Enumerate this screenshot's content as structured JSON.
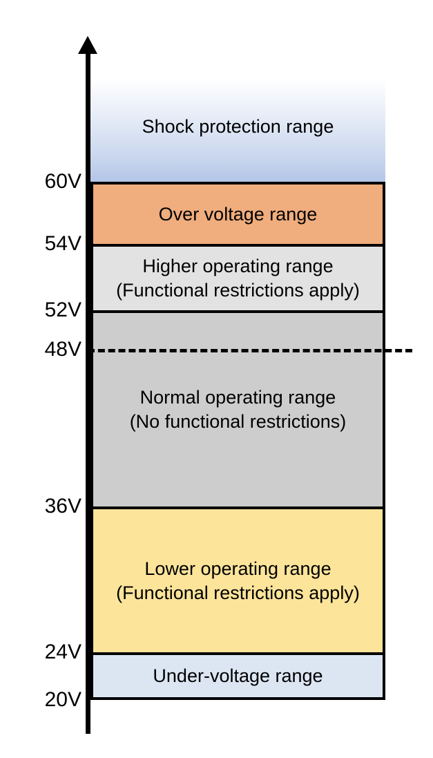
{
  "chart_data": {
    "type": "bar",
    "title": "",
    "xlabel": "",
    "ylabel": "",
    "unit": "V",
    "axis": {
      "orientation": "vertical",
      "direction": "up",
      "arrow": true,
      "tick_values": [
        60,
        54,
        52,
        48,
        36,
        24,
        20
      ],
      "tick_labels": [
        "60V",
        "54V",
        "52V",
        "48V",
        "36V",
        "24V",
        "20V"
      ]
    },
    "reference_lines": [
      {
        "name": "nominal-voltage",
        "value": 48,
        "label": "48V",
        "style": "dashed",
        "color": "#000000",
        "extends_past_bands": true
      }
    ],
    "categories": [
      "Shock protection range",
      "Over voltage range",
      "Higher operating range",
      "Normal operating range",
      "Lower operating range",
      "Under-voltage range"
    ],
    "bands": [
      {
        "id": "shock-protection",
        "label_line1": "Shock protection range",
        "label_line2": "",
        "from": 60,
        "to": null,
        "from_label": "60V",
        "to_label": "",
        "color": "#b3c6e7",
        "fill": "gradient-white-to-lightblue",
        "bordered": false
      },
      {
        "id": "over-voltage",
        "label_line1": "Over voltage range",
        "label_line2": "",
        "from": 54,
        "to": 60,
        "from_label": "54V",
        "to_label": "60V",
        "color": "#f0ad7d",
        "fill": "solid",
        "bordered": true
      },
      {
        "id": "higher-operating",
        "label_line1": "Higher operating range",
        "label_line2": "(Functional restrictions apply)",
        "from": 52,
        "to": 54,
        "from_label": "52V",
        "to_label": "54V",
        "color": "#e2e2e2",
        "fill": "solid",
        "bordered": true
      },
      {
        "id": "normal-operating",
        "label_line1": "Normal operating range",
        "label_line2": "(No functional restrictions)",
        "from": 36,
        "to": 52,
        "from_label": "36V",
        "to_label": "52V",
        "color": "#cdcdcd",
        "fill": "solid",
        "bordered": true
      },
      {
        "id": "lower-operating",
        "label_line1": "Lower operating range",
        "label_line2": "(Functional restrictions apply)",
        "from": 24,
        "to": 36,
        "from_label": "24V",
        "to_label": "36V",
        "color": "#fce49a",
        "fill": "solid",
        "bordered": true
      },
      {
        "id": "under-voltage",
        "label_line1": "Under-voltage range",
        "label_line2": "",
        "from": 20,
        "to": 24,
        "from_label": "20V",
        "to_label": "24V",
        "color": "#dce6f3",
        "fill": "solid",
        "bordered": true
      }
    ]
  }
}
